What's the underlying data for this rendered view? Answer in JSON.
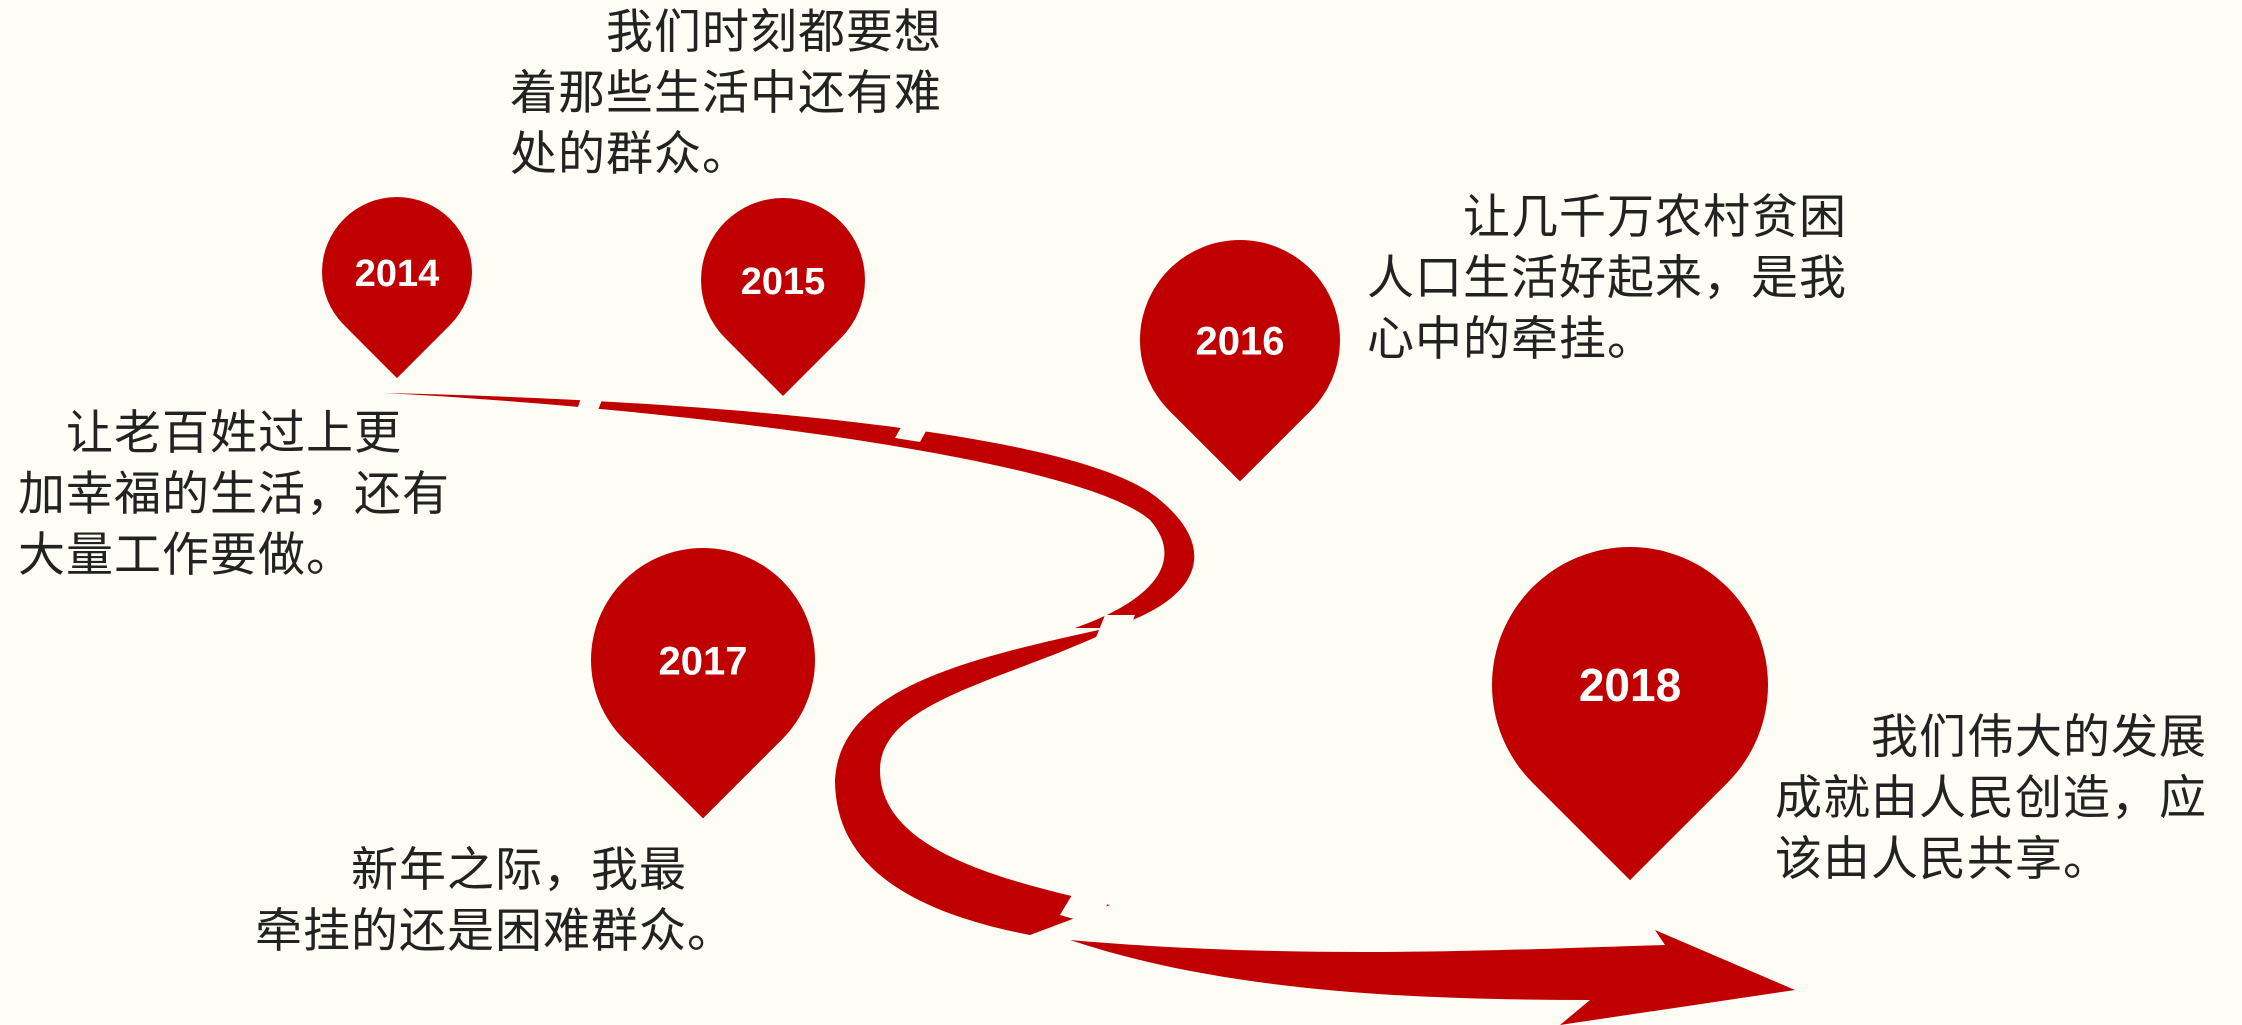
{
  "colors": {
    "accent": "#c00000",
    "background": "#fdfdf6",
    "text": "#222222",
    "label": "#ffffff"
  },
  "timeline": {
    "road": "curved-road-arrow",
    "milestones": [
      {
        "year": "2014",
        "lines": [
          "　让老百姓过上更",
          "加幸福的生活，还有",
          "大量工作要做。"
        ]
      },
      {
        "year": "2015",
        "lines": [
          "　　我们时刻都要想",
          "着那些生活中还有难",
          "处的群众。"
        ]
      },
      {
        "year": "2016",
        "lines": [
          "　　让几千万农村贫困",
          "人口生活好起来，是我",
          "心中的牵挂。"
        ]
      },
      {
        "year": "2017",
        "lines": [
          "　　新年之际，我最",
          "牵挂的还是困难群众。"
        ]
      },
      {
        "year": "2018",
        "lines": [
          "　　我们伟大的发展",
          "成就由人民创造，应",
          "该由人民共享。"
        ]
      }
    ]
  }
}
